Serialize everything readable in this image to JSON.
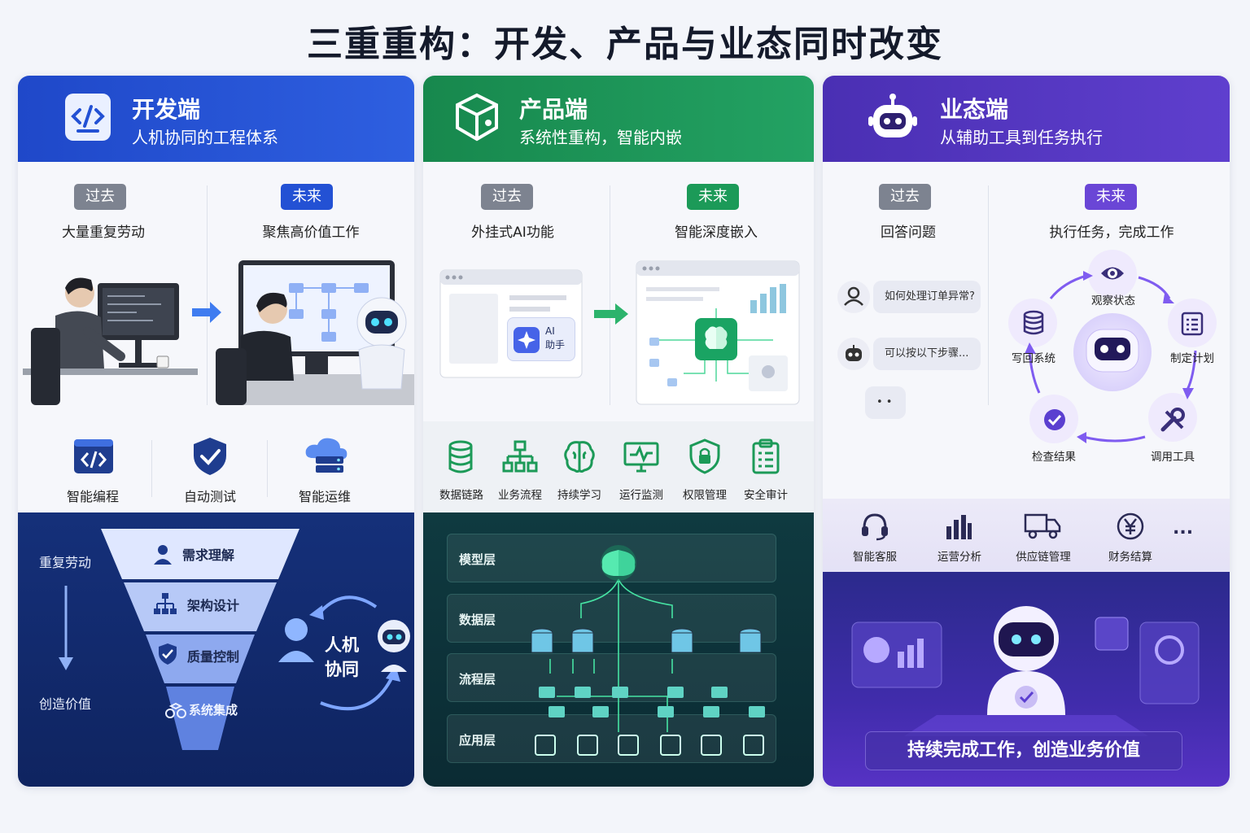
{
  "title": "三重重构：开发、产品与业态同时改变",
  "colors": {
    "dev": "#2351d4",
    "prod": "#1c9a58",
    "biz": "#5635c4",
    "past_tag": "#7d8390"
  },
  "dev": {
    "icon": "code-icon",
    "title": "开发端",
    "subtitle": "人机协同的工程体系",
    "past_tag": "过去",
    "past_caption": "大量重复劳动",
    "future_tag": "未来",
    "future_caption": "聚焦高价值工作",
    "tools": [
      {
        "icon": "code-window-icon",
        "label": "智能编程"
      },
      {
        "icon": "shield-check-icon",
        "label": "自动测试"
      },
      {
        "icon": "cloud-server-icon",
        "label": "智能运维"
      }
    ],
    "arrow_top": "重复劳动",
    "arrow_bottom": "创造价值",
    "funnel": [
      {
        "icon": "person-icon",
        "label": "需求理解"
      },
      {
        "icon": "hierarchy-icon",
        "label": "架构设计"
      },
      {
        "icon": "shield-check-icon",
        "label": "质量控制"
      },
      {
        "icon": "cubes-icon",
        "label": "系统集成"
      }
    ],
    "collab_line1": "人机",
    "collab_line2": "协同"
  },
  "prod": {
    "icon": "box-icon",
    "title": "产品端",
    "subtitle": "系统性重构，智能内嵌",
    "past_tag": "过去",
    "past_caption": "外挂式AI功能",
    "future_tag": "未来",
    "future_caption": "智能深度嵌入",
    "ai_badge_line1": "AI",
    "ai_badge_line2": "助手",
    "capabilities": [
      {
        "icon": "database-icon",
        "label": "数据链路"
      },
      {
        "icon": "flow-icon",
        "label": "业务流程"
      },
      {
        "icon": "brain-icon",
        "label": "持续学习"
      },
      {
        "icon": "monitor-icon",
        "label": "运行监测"
      },
      {
        "icon": "lock-shield-icon",
        "label": "权限管理"
      },
      {
        "icon": "clipboard-icon",
        "label": "安全审计"
      }
    ],
    "layers": [
      "模型层",
      "数据层",
      "流程层",
      "应用层"
    ]
  },
  "biz": {
    "icon": "robot-icon",
    "title": "业态端",
    "subtitle": "从辅助工具到任务执行",
    "past_tag": "过去",
    "past_caption": "回答问题",
    "future_tag": "未来",
    "future_caption": "执行任务，完成工作",
    "chat_user": "如何处理订单异常?",
    "chat_bot": "可以按以下步骤...",
    "chat_typing": "• •",
    "cycle": [
      {
        "icon": "eye-icon",
        "label": "观察状态"
      },
      {
        "icon": "checklist-icon",
        "label": "制定计划"
      },
      {
        "icon": "tools-icon",
        "label": "调用工具"
      },
      {
        "icon": "check-circle-icon",
        "label": "检查结果"
      },
      {
        "icon": "database-icon",
        "label": "写回系统"
      }
    ],
    "scenarios": [
      {
        "icon": "headset-icon",
        "label": "智能客服"
      },
      {
        "icon": "bar-chart-icon",
        "label": "运营分析"
      },
      {
        "icon": "truck-icon",
        "label": "供应链管理"
      },
      {
        "icon": "yen-icon",
        "label": "财务结算"
      }
    ],
    "more": "...",
    "banner": "持续完成工作，创造业务价值"
  }
}
